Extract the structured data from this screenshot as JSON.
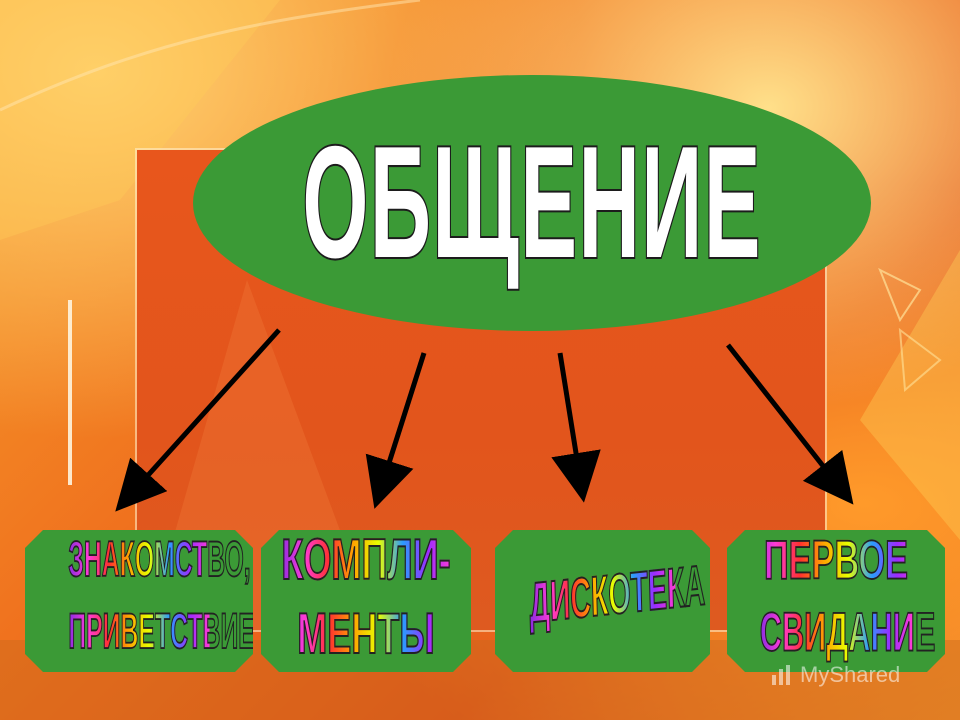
{
  "title": "ОБЩЕНИЕ",
  "boxes": [
    {
      "line1": "ЗНАКОМСТВО,",
      "line2": "ПРИВЕТСТВИЕ"
    },
    {
      "line1": "КОМПЛИ-",
      "line2": "МЕНТЫ"
    },
    {
      "line1": "ДИСКОТЕКА"
    },
    {
      "line1": "ПЕРВОЕ",
      "line2": "СВИДАНИЕ"
    }
  ],
  "watermark": {
    "text": "MyShared",
    "icon": "chart-logo-icon"
  },
  "colors": {
    "ellipse": "#3b9a36",
    "box": "#3b9a36",
    "arrow": "#000000",
    "panel": "#e2551c"
  }
}
